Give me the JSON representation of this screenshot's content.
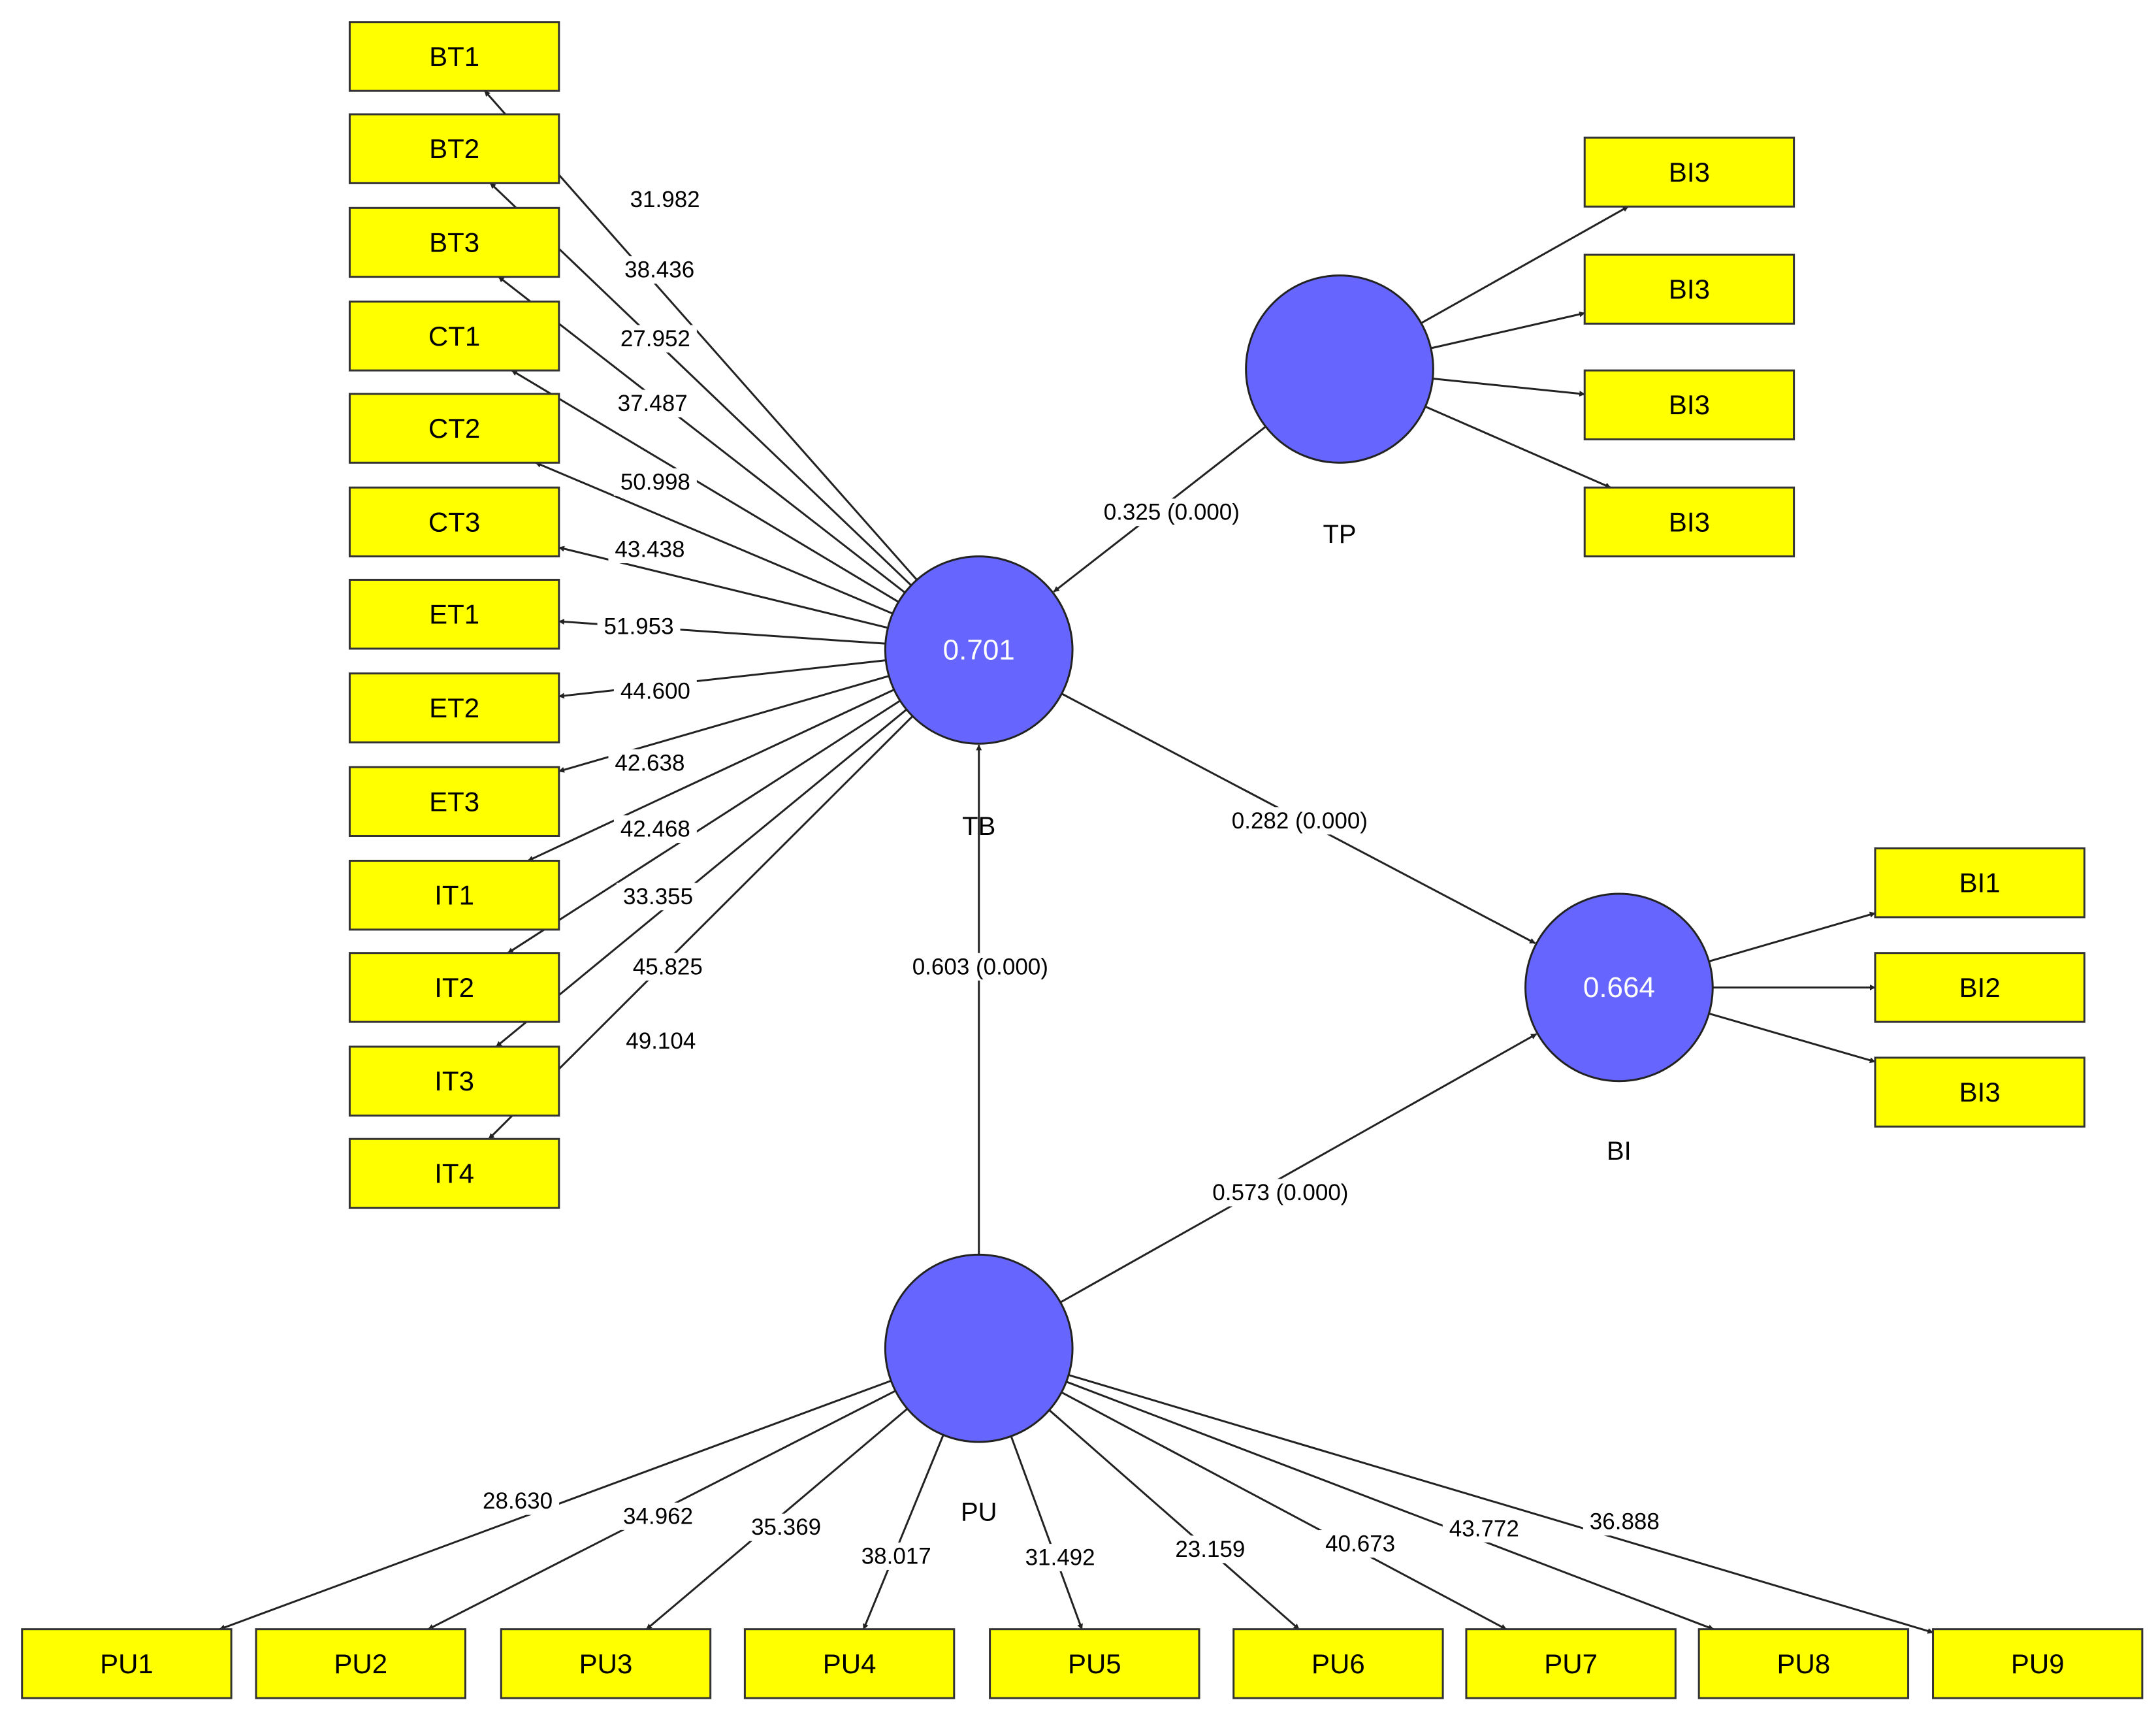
{
  "colors": {
    "indicator_fill": "#ffff00",
    "construct_fill": "#6666ff",
    "line": "#222222"
  },
  "constructs": [
    {
      "id": "TB",
      "label": "TB",
      "value": "0.701"
    },
    {
      "id": "TP",
      "label": "TP",
      "value": ""
    },
    {
      "id": "BI",
      "label": "BI",
      "value": "0.664"
    },
    {
      "id": "PU",
      "label": "PU",
      "value": ""
    }
  ],
  "indicators": [
    {
      "id": "BT1",
      "label": "BT1"
    },
    {
      "id": "BT2",
      "label": "BT2"
    },
    {
      "id": "BT3",
      "label": "BT3"
    },
    {
      "id": "CT1",
      "label": "CT1"
    },
    {
      "id": "CT2",
      "label": "CT2"
    },
    {
      "id": "CT3",
      "label": "CT3"
    },
    {
      "id": "ET1",
      "label": "ET1"
    },
    {
      "id": "ET2",
      "label": "ET2"
    },
    {
      "id": "ET3",
      "label": "ET3"
    },
    {
      "id": "IT1",
      "label": "IT1"
    },
    {
      "id": "IT2",
      "label": "IT2"
    },
    {
      "id": "IT3",
      "label": "IT3"
    },
    {
      "id": "IT4",
      "label": "IT4"
    },
    {
      "id": "TPa",
      "label": "BI3"
    },
    {
      "id": "TPb",
      "label": "BI3"
    },
    {
      "id": "TPc",
      "label": "BI3"
    },
    {
      "id": "TPd",
      "label": "BI3"
    },
    {
      "id": "BI1",
      "label": "BI1"
    },
    {
      "id": "BI2",
      "label": "BI2"
    },
    {
      "id": "BI3",
      "label": "BI3"
    },
    {
      "id": "PU1",
      "label": "PU1"
    },
    {
      "id": "PU2",
      "label": "PU2"
    },
    {
      "id": "PU3",
      "label": "PU3"
    },
    {
      "id": "PU4",
      "label": "PU4"
    },
    {
      "id": "PU5",
      "label": "PU5"
    },
    {
      "id": "PU6",
      "label": "PU6"
    },
    {
      "id": "PU7",
      "label": "PU7"
    },
    {
      "id": "PU8",
      "label": "PU8"
    },
    {
      "id": "PU9",
      "label": "PU9"
    }
  ],
  "structural_paths": [
    {
      "from": "TP",
      "to": "TB",
      "label": "0.325 (0.000)"
    },
    {
      "from": "TB",
      "to": "BI",
      "label": "0.282 (0.000)"
    },
    {
      "from": "PU",
      "to": "TB",
      "label": "0.603 (0.000)"
    },
    {
      "from": "PU",
      "to": "BI",
      "label": "0.573 (0.000)"
    }
  ],
  "loadings": [
    {
      "from": "TB",
      "to": "BT1",
      "label": "31.982"
    },
    {
      "from": "TB",
      "to": "BT2",
      "label": "38.436"
    },
    {
      "from": "TB",
      "to": "BT3",
      "label": "27.952"
    },
    {
      "from": "TB",
      "to": "CT1",
      "label": "37.487"
    },
    {
      "from": "TB",
      "to": "CT2",
      "label": "50.998"
    },
    {
      "from": "TB",
      "to": "CT3",
      "label": "43.438"
    },
    {
      "from": "TB",
      "to": "ET1",
      "label": "51.953"
    },
    {
      "from": "TB",
      "to": "ET2",
      "label": "44.600"
    },
    {
      "from": "TB",
      "to": "ET3",
      "label": "42.638"
    },
    {
      "from": "TB",
      "to": "IT1",
      "label": "42.468"
    },
    {
      "from": "TB",
      "to": "IT2",
      "label": "33.355"
    },
    {
      "from": "TB",
      "to": "IT3",
      "label": "45.825"
    },
    {
      "from": "TB",
      "to": "IT4",
      "label": "49.104"
    },
    {
      "from": "TP",
      "to": "TPa",
      "label": ""
    },
    {
      "from": "TP",
      "to": "TPb",
      "label": ""
    },
    {
      "from": "TP",
      "to": "TPc",
      "label": ""
    },
    {
      "from": "TP",
      "to": "TPd",
      "label": ""
    },
    {
      "from": "BI",
      "to": "BI1",
      "label": ""
    },
    {
      "from": "BI",
      "to": "BI2",
      "label": ""
    },
    {
      "from": "BI",
      "to": "BI3",
      "label": ""
    },
    {
      "from": "PU",
      "to": "PU1",
      "label": "28.630"
    },
    {
      "from": "PU",
      "to": "PU2",
      "label": "34.962"
    },
    {
      "from": "PU",
      "to": "PU3",
      "label": "35.369"
    },
    {
      "from": "PU",
      "to": "PU4",
      "label": "38.017"
    },
    {
      "from": "PU",
      "to": "PU5",
      "label": "31.492"
    },
    {
      "from": "PU",
      "to": "PU6",
      "label": "23.159"
    },
    {
      "from": "PU",
      "to": "PU7",
      "label": "40.673"
    },
    {
      "from": "PU",
      "to": "PU8",
      "label": "43.772"
    },
    {
      "from": "PU",
      "to": "PU9",
      "label": "36.888"
    }
  ]
}
